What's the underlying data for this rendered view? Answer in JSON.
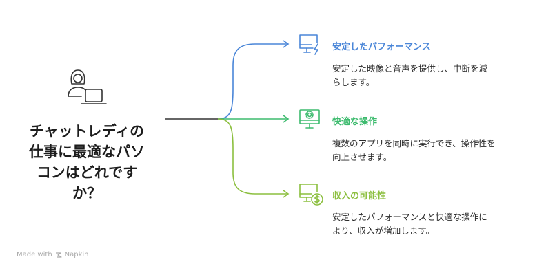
{
  "title": {
    "lines": [
      "チャットレディの",
      "仕事に最適なパソ",
      "コンはどれです",
      "か？"
    ]
  },
  "branches": [
    {
      "title": "安定したパフォーマンス",
      "description_lines": [
        "安定した映像と音声を提供し、中断を減",
        "らします。"
      ],
      "icon": "monitor-lightning-icon",
      "color": "#4a86d8"
    },
    {
      "title": "快適な操作",
      "description_lines": [
        "複数のアプリを同時に実行でき、操作性を",
        "向上させます。"
      ],
      "icon": "monitor-gear-icon",
      "color": "#3dbb6e"
    },
    {
      "title": "収入の可能性",
      "description_lines": [
        "安定したパフォーマンスと快適な操作に",
        "より、収入が増加します。"
      ],
      "icon": "monitor-dollar-icon",
      "color": "#8cbf3f"
    }
  ],
  "person_icon": "person-laptop-icon",
  "footer": {
    "made_with": "Made with",
    "brand": "Napkin"
  }
}
